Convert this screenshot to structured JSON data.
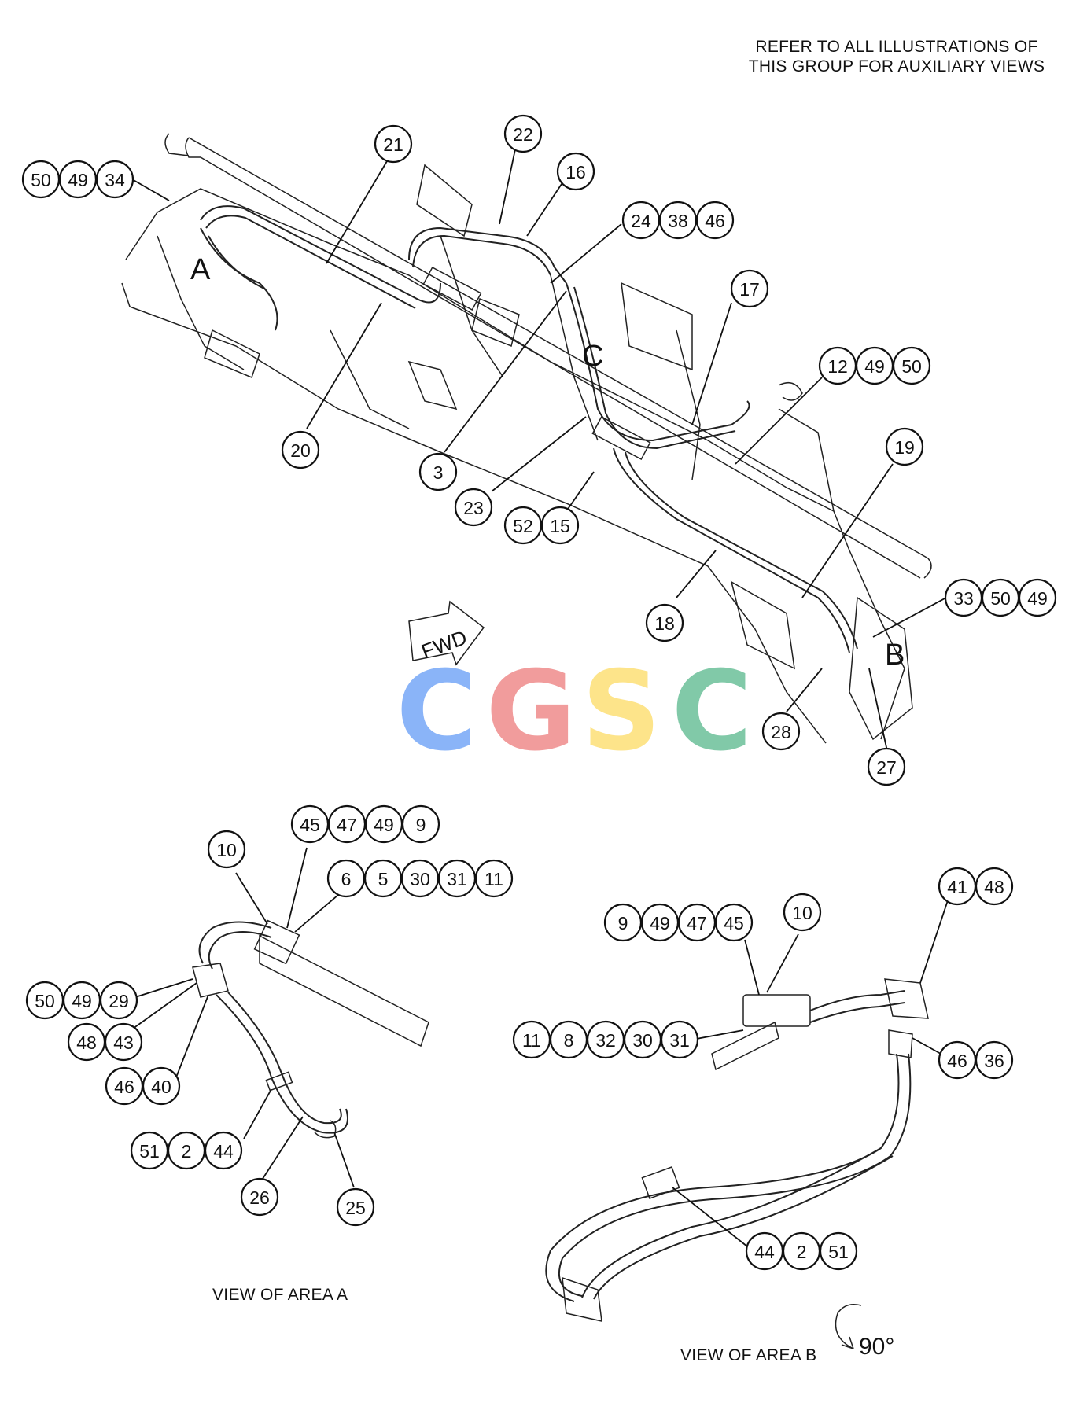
{
  "note": {
    "line1": "REFER TO ALL ILLUSTRATIONS OF",
    "line2": "THIS GROUP FOR AUXILIARY VIEWS"
  },
  "fwd_label": "FWD",
  "area_labels": {
    "a": "A",
    "b": "B",
    "c": "C"
  },
  "views": {
    "area_a": "VIEW OF AREA A",
    "area_b": "VIEW OF AREA B",
    "rotation": "90°"
  },
  "watermark": {
    "letters": [
      "C",
      "G",
      "S",
      "C"
    ],
    "colors": [
      "#8ab4f8",
      "#f19c9c",
      "#fde48a",
      "#81c9a8"
    ]
  },
  "callouts": {
    "top": [
      {
        "id": "t1",
        "labels": [
          "50",
          "49",
          "34"
        ]
      },
      {
        "id": "t2",
        "labels": [
          "21"
        ]
      },
      {
        "id": "t3",
        "labels": [
          "22"
        ]
      },
      {
        "id": "t4",
        "labels": [
          "16"
        ]
      },
      {
        "id": "t5",
        "labels": [
          "24",
          "38",
          "46"
        ]
      },
      {
        "id": "t6",
        "labels": [
          "17"
        ]
      },
      {
        "id": "t7",
        "labels": [
          "12",
          "49",
          "50"
        ]
      },
      {
        "id": "t8",
        "labels": [
          "19"
        ]
      },
      {
        "id": "t9",
        "labels": [
          "20"
        ]
      },
      {
        "id": "t10",
        "labels": [
          "3"
        ]
      },
      {
        "id": "t11",
        "labels": [
          "23"
        ]
      },
      {
        "id": "t12",
        "labels": [
          "52",
          "15"
        ]
      },
      {
        "id": "t13",
        "labels": [
          "18"
        ]
      },
      {
        "id": "t14",
        "labels": [
          "33",
          "50",
          "49"
        ]
      },
      {
        "id": "t15",
        "labels": [
          "28"
        ]
      },
      {
        "id": "t16",
        "labels": [
          "27"
        ]
      }
    ],
    "area_a": [
      {
        "id": "a1",
        "labels": [
          "10"
        ]
      },
      {
        "id": "a2",
        "labels": [
          "45",
          "47",
          "49",
          "9"
        ]
      },
      {
        "id": "a3",
        "labels": [
          "6",
          "5",
          "30",
          "31",
          "11"
        ]
      },
      {
        "id": "a4",
        "labels": [
          "50",
          "49",
          "29"
        ]
      },
      {
        "id": "a5",
        "labels": [
          "48",
          "43"
        ]
      },
      {
        "id": "a6",
        "labels": [
          "46",
          "40"
        ]
      },
      {
        "id": "a7",
        "labels": [
          "51",
          "2",
          "44"
        ]
      },
      {
        "id": "a8",
        "labels": [
          "26"
        ]
      },
      {
        "id": "a9",
        "labels": [
          "25"
        ]
      }
    ],
    "area_b": [
      {
        "id": "b1",
        "labels": [
          "9",
          "49",
          "47",
          "45"
        ]
      },
      {
        "id": "b2",
        "labels": [
          "10"
        ]
      },
      {
        "id": "b3",
        "labels": [
          "41",
          "48"
        ]
      },
      {
        "id": "b4",
        "labels": [
          "11",
          "8",
          "32",
          "30",
          "31"
        ]
      },
      {
        "id": "b5",
        "labels": [
          "46",
          "36"
        ]
      },
      {
        "id": "b6",
        "labels": [
          "44",
          "2",
          "51"
        ]
      }
    ]
  }
}
